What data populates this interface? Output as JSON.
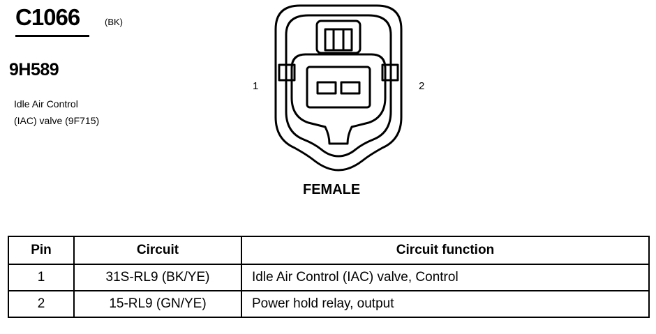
{
  "connector": {
    "id": "C1066",
    "color_code": "(BK)",
    "part_number": "9H589",
    "description_line1": "Idle Air Control",
    "description_line2": "(IAC) valve (9F715)",
    "pin_label_left": "1",
    "pin_label_right": "2",
    "gender": "FEMALE"
  },
  "table": {
    "headers": [
      "Pin",
      "Circuit",
      "Circuit function"
    ],
    "rows": [
      {
        "pin": "1",
        "circuit": "31S-RL9 (BK/YE)",
        "function": "Idle Air Control (IAC) valve, Control"
      },
      {
        "pin": "2",
        "circuit": "15-RL9 (GN/YE)",
        "function": "Power hold relay, output"
      }
    ]
  }
}
